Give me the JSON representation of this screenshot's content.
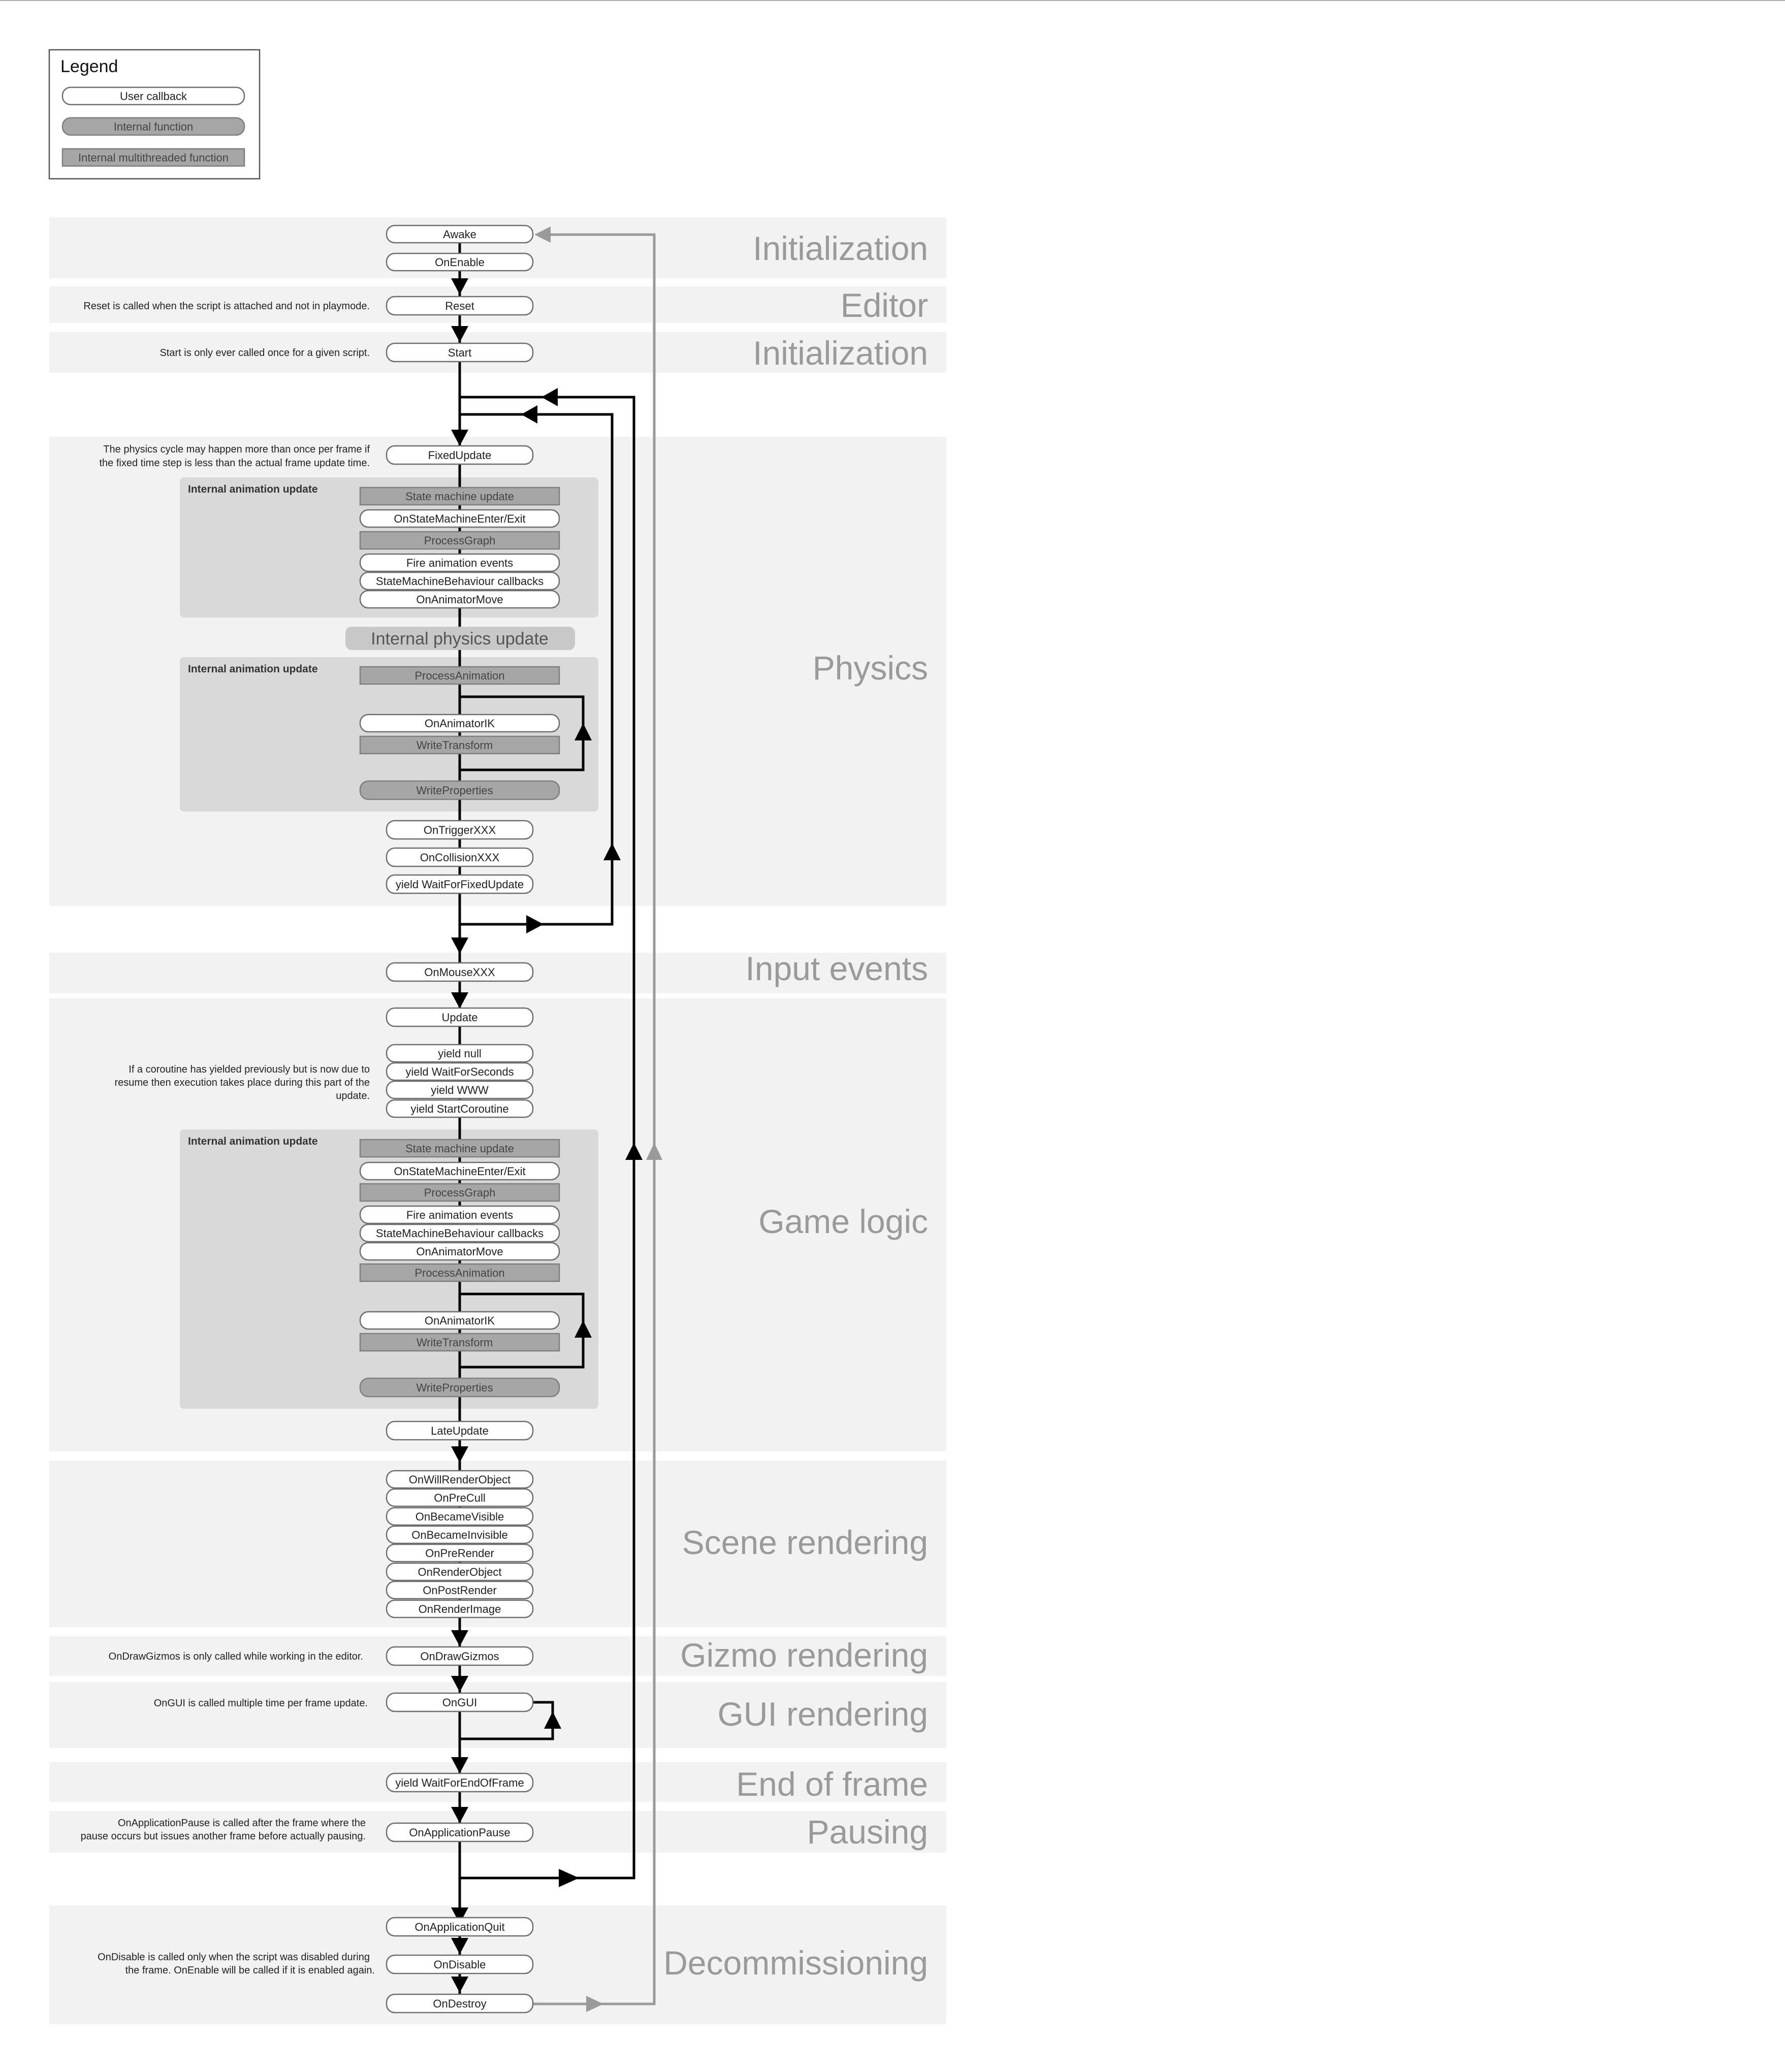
{
  "legend": {
    "title": "Legend",
    "user_callback": "User callback",
    "internal_function": "Internal function",
    "internal_multithreaded_function": "Internal multithreaded function"
  },
  "sections": {
    "initialization": "Initialization",
    "editor": "Editor",
    "physics": "Physics",
    "input_events": "Input events",
    "game_logic": "Game logic",
    "scene_rendering": "Scene rendering",
    "gizmo_rendering": "Gizmo rendering",
    "gui_rendering": "GUI rendering",
    "end_of_frame": "End of frame",
    "pausing": "Pausing",
    "decommissioning": "Decommissioning"
  },
  "notes": {
    "reset": "Reset is called when the script is attached and not in playmode.",
    "start": "Start is only ever called once for a given script.",
    "physics_1": "The physics cycle may happen more than once per frame if",
    "physics_2": "the fixed time step is less than the actual frame update time.",
    "coroutine_1": "If a coroutine has yielded previously but is now due to",
    "coroutine_2": "resume then execution takes place during this part of the",
    "coroutine_3": "update.",
    "gizmos": "OnDrawGizmos is only called while working in the editor.",
    "gui": "OnGUI is called multiple time per frame update.",
    "pause_1": "OnApplicationPause is called after the frame where the",
    "pause_2": "pause occurs but issues another frame before actually pausing.",
    "disable_1": "OnDisable is called only when the script was disabled during",
    "disable_2": "the frame. OnEnable will be called if it is enabled again."
  },
  "group_title": "Internal animation update",
  "nodes": {
    "awake": "Awake",
    "on_enable": "OnEnable",
    "reset": "Reset",
    "start": "Start",
    "fixed_update": "FixedUpdate",
    "state_machine_update": "State machine update",
    "on_state_machine_enter_exit": "OnStateMachineEnter/Exit",
    "process_graph": "ProcessGraph",
    "fire_animation_events": "Fire animation events",
    "state_machine_behaviour_callbacks": "StateMachineBehaviour callbacks",
    "on_animator_move": "OnAnimatorMove",
    "internal_physics_update": "Internal physics update",
    "process_animation": "ProcessAnimation",
    "on_animator_ik": "OnAnimatorIK",
    "write_transform": "WriteTransform",
    "write_properties": "WriteProperties",
    "on_trigger": "OnTriggerXXX",
    "on_collision": "OnCollisionXXX",
    "yield_wait_for_fixed_update": "yield WaitForFixedUpdate",
    "on_mouse": "OnMouseXXX",
    "update": "Update",
    "yield_null": "yield null",
    "yield_wait_for_seconds": "yield WaitForSeconds",
    "yield_www": "yield WWW",
    "yield_start_coroutine": "yield StartCoroutine",
    "late_update": "LateUpdate",
    "on_will_render_object": "OnWillRenderObject",
    "on_pre_cull": "OnPreCull",
    "on_became_visible": "OnBecameVisible",
    "on_became_invisible": "OnBecameInvisible",
    "on_pre_render": "OnPreRender",
    "on_render_object": "OnRenderObject",
    "on_post_render": "OnPostRender",
    "on_render_image": "OnRenderImage",
    "on_draw_gizmos": "OnDrawGizmos",
    "on_gui": "OnGUI",
    "yield_wait_for_end_of_frame": "yield WaitForEndOfFrame",
    "on_application_pause": "OnApplicationPause",
    "on_application_quit": "OnApplicationQuit",
    "on_disable": "OnDisable",
    "on_destroy": "OnDestroy"
  },
  "colors": {
    "band": "#f2f2f2",
    "group": "#d9d9d9",
    "internal": "#a6a6a6",
    "section_title": "#9a9a9a",
    "flow": "#000000",
    "lifecycle_flow": "#9a9a9a"
  }
}
